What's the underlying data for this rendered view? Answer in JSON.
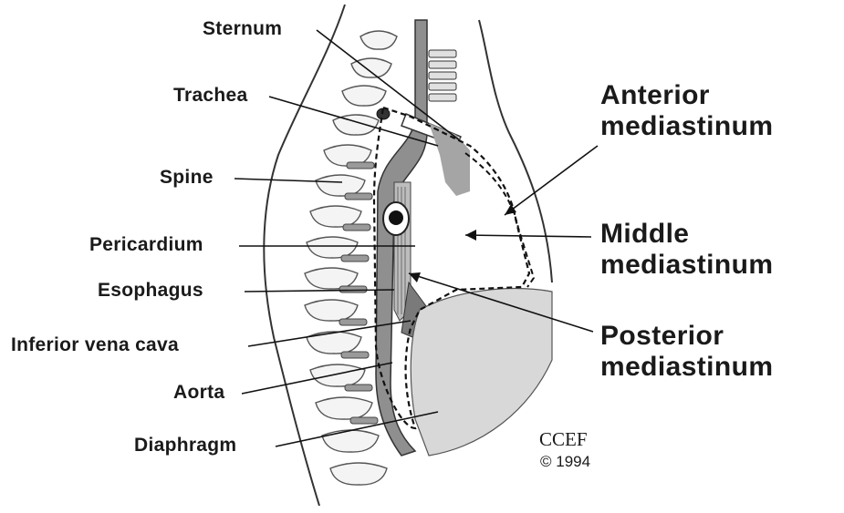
{
  "labels": {
    "sternum": "Sternum",
    "trachea": "Trachea",
    "spine": "Spine",
    "pericardium": "Pericardium",
    "esophagus": "Esophagus",
    "ivc": "Inferior vena cava",
    "aorta": "Aorta",
    "diaphragm": "Diaphragm"
  },
  "regions": {
    "anterior_1": "Anterior",
    "anterior_2": "mediastinum",
    "middle_1": "Middle",
    "middle_2": "mediastinum",
    "posterior_1": "Posterior",
    "posterior_2": "mediastinum"
  },
  "credit": {
    "org": "CCEF",
    "year": "© 1994"
  }
}
